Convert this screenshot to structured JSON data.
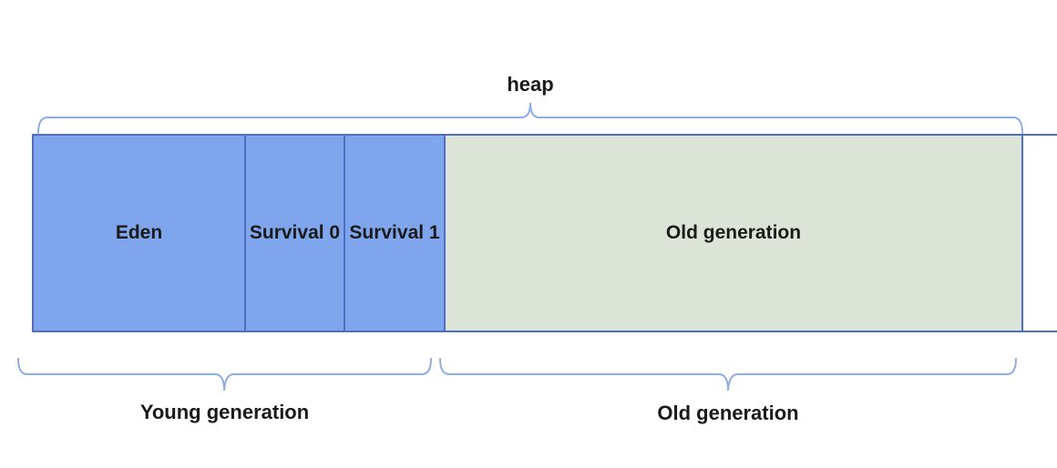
{
  "diagram": {
    "heap": {
      "label": "heap"
    },
    "regions": [
      {
        "id": "eden",
        "label": "Eden",
        "group": "young"
      },
      {
        "id": "survival-0",
        "label": "Survival 0",
        "group": "young"
      },
      {
        "id": "survival-1",
        "label": "Survival 1",
        "group": "young"
      },
      {
        "id": "old",
        "label": "Old generation",
        "group": "old"
      },
      {
        "id": "overflow",
        "label": "",
        "group": "none"
      }
    ],
    "groups": {
      "young": {
        "label": "Young generation"
      },
      "old": {
        "label": "Old generation"
      }
    },
    "colors": {
      "young_region_fill": "#7FA5EC",
      "old_region_fill": "#DBE4D6",
      "region_border": "#4E6EC3",
      "brace_stroke": "#8FACE3",
      "label_text": "#1A1A1A",
      "background": "#FFFFFF"
    }
  }
}
